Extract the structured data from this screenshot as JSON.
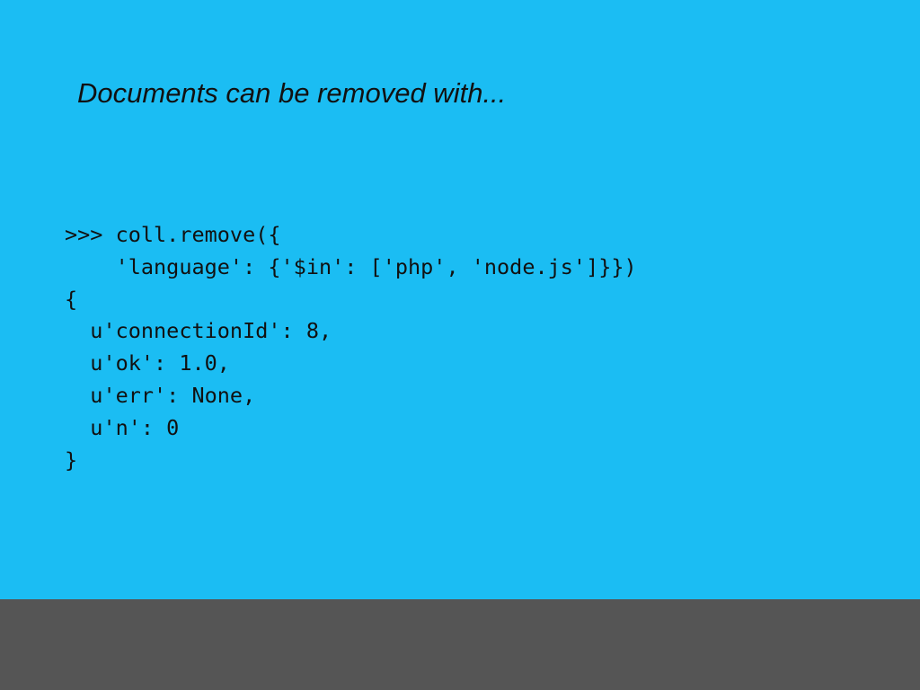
{
  "slide": {
    "title": "Documents can be removed with...",
    "code_lines": [
      ">>> coll.remove({",
      "    'language': {'$in': ['php', 'node.js']}})",
      "{",
      "  u'connectionId': 8,",
      "  u'ok': 1.0,",
      "  u'err': None,",
      "  u'n': 0",
      "}"
    ],
    "colors": {
      "background": "#1bbdf3",
      "footer": "#555555",
      "text": "#111111"
    }
  }
}
